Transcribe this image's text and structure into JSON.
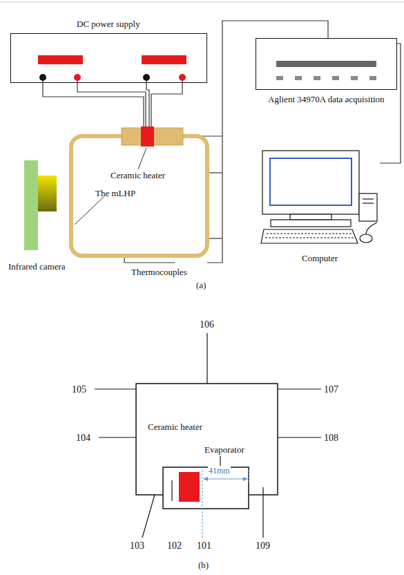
{
  "diagram": {
    "nodes": [
      {
        "text": [
          "DC power supply"
        ]
      },
      {
        "text": [
          "Aglient 34970A data acquisition"
        ]
      },
      {
        "text": [
          "Computer"
        ]
      }
    ],
    "edges": [
      {
        "from": 1,
        "to": 2,
        "arrow": "none"
      }
    ],
    "labels": [
      "Ceramic heater",
      "The mLHP",
      "Infrared camera",
      "Thermocouples",
      "(a)",
      "106",
      "105",
      "107",
      "104",
      "108",
      "Ceramic heater",
      "Evaporator",
      "41mm",
      "103",
      "102",
      "101",
      "109",
      "(b)"
    ]
  }
}
